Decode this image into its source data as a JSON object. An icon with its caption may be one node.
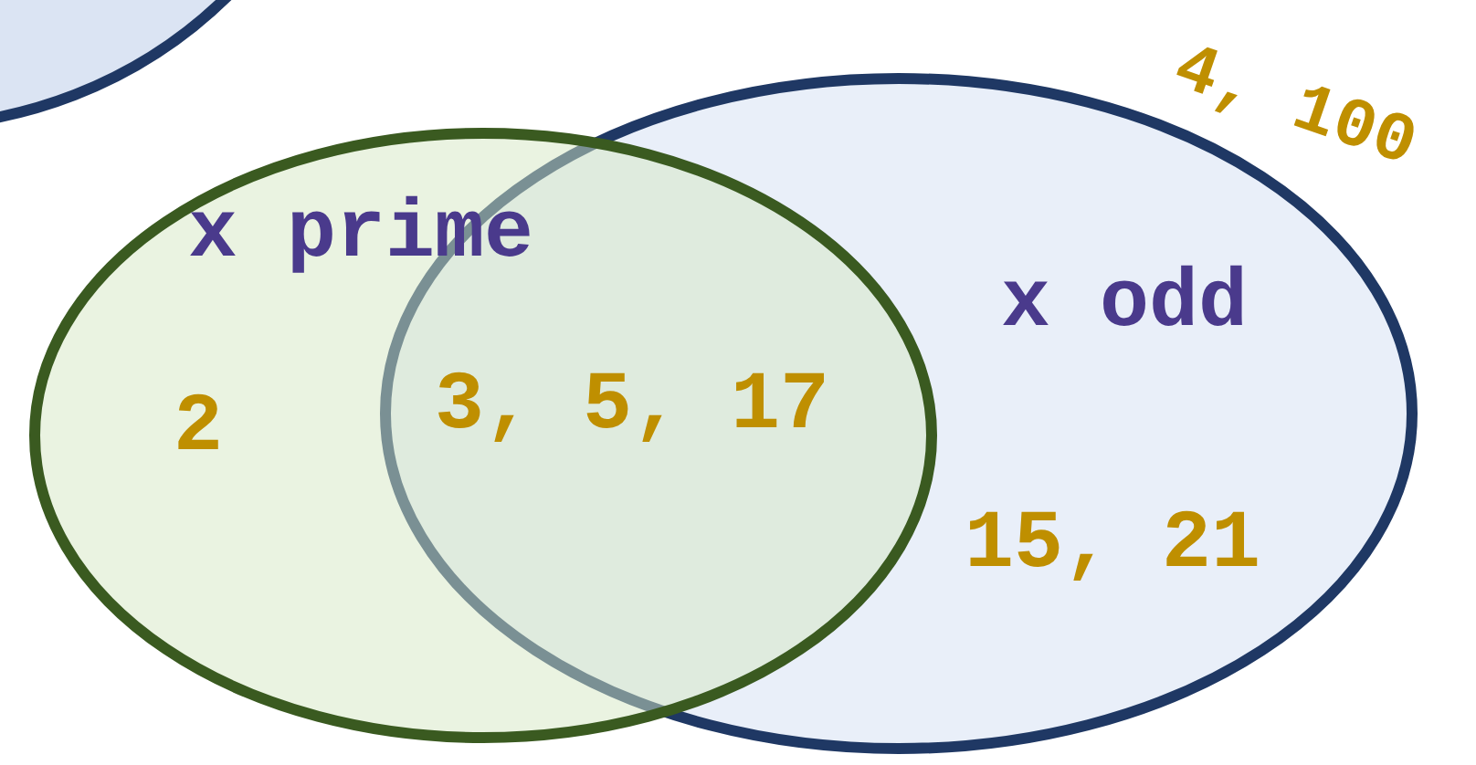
{
  "diagram": {
    "nodes": [
      {
        "text": [],
        "shape": "circle"
      },
      {
        "text": [
          "x prime"
        ]
      },
      {
        "text": [
          "x odd"
        ]
      }
    ],
    "labels": [
      "4, 100",
      "2",
      "3, 5, 17",
      "15, 21"
    ]
  }
}
